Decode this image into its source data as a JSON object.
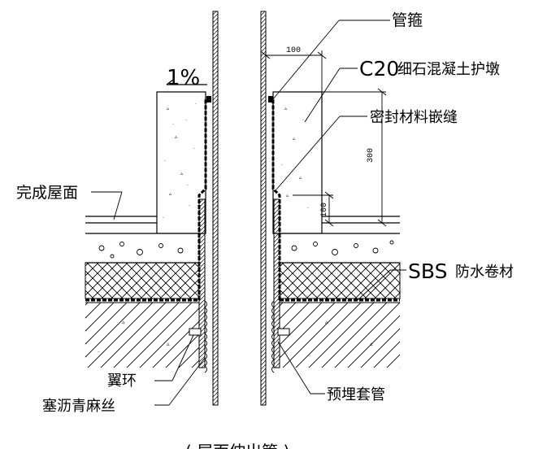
{
  "labels": {
    "pipe_clamp": "管箍",
    "c20": "C20",
    "c20_rest": "细石混凝土护墩",
    "sealant": "密封材料嵌缝",
    "finished_roof": "完成屋面",
    "sbs": "SBS",
    "sbs_rest": "防水卷材",
    "wing_ring": "翼环",
    "asphalt_hemp": "塞沥青麻丝",
    "embedded_sleeve": "预埋套管",
    "slope": "1%"
  },
  "dimensions": {
    "width_100": "100",
    "height_300": "300",
    "height_100": "100"
  },
  "caption_partial": "( 屋面伸出管 )",
  "colors": {
    "line": "#000000",
    "background": "#ffffff"
  }
}
